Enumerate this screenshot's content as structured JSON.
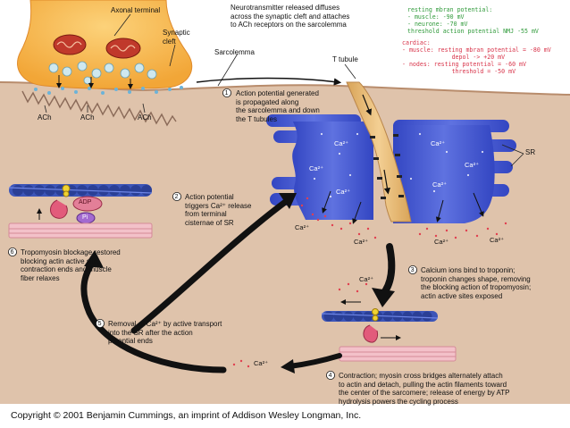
{
  "labels": {
    "axonal_terminal": "Axonal terminal",
    "synaptic_cleft": "Synaptic\ncleft",
    "sarcolemma": "Sarcolemma",
    "t_tubule": "T tubule",
    "sr": "SR",
    "ach": "ACh",
    "adp": "ADP",
    "pi": "Pi"
  },
  "neurotransmitter_note": "Neurotransmitter released diffuses\nacross the synaptic cleft and attaches\nto ACh receptors on the sarcolemma",
  "notes": {
    "green": "resting mbran potential:\n- muscle: -90 mV\n- neurone: -70 mV\nthreshold action potential NMJ -55 mV",
    "red": "cardiac:\n- muscle: resting mbran potential = -80 mV\n              depol -> +20 mV\n- nodes: resting potential = -60 mV\n              threshold = -50 mV"
  },
  "steps": [
    {
      "num": "1",
      "text": "Action potential generated\nis propagated along\nthe sarcolemma and down\nthe T tubules"
    },
    {
      "num": "2",
      "text": "Action potential\ntriggers Ca²⁺ release\nfrom terminal\ncisternae of SR"
    },
    {
      "num": "3",
      "text": "Calcium ions bind to troponin;\ntroponin changes shape, removing\nthe blocking action of tropomyosin;\nactin active sites exposed"
    },
    {
      "num": "4",
      "text": "Contraction; myosin cross bridges alternately attach\nto actin and detach, pulling the actin filaments toward\nthe center of the sarcomere; release of energy by ATP\nhydrolysis powers the cycling process"
    },
    {
      "num": "5",
      "text": "Removal of Ca²⁺ by active transport\ninto the SR after the action\npotential ends"
    },
    {
      "num": "6",
      "text": "Tropomyosin blockage restored\nblocking actin active site;\ncontraction ends and muscle\nfiber relaxes"
    }
  ],
  "calcium": "Ca²⁺",
  "copyright": "Copyright © 2001 Benjamin Cummings, an imprint of Addison Wesley Longman, Inc.",
  "colors": {
    "sarcoplasm": "#e0c4ac",
    "terminal": "#f7b14a",
    "sr": "#4d5fd2",
    "t_tubule": "#eac07f",
    "actin": "#3c55b8",
    "myosin": "#e25b7b",
    "thick_filament": "#f3c1c9",
    "arrow": "#111111",
    "calcium_dots": "#e04050"
  }
}
